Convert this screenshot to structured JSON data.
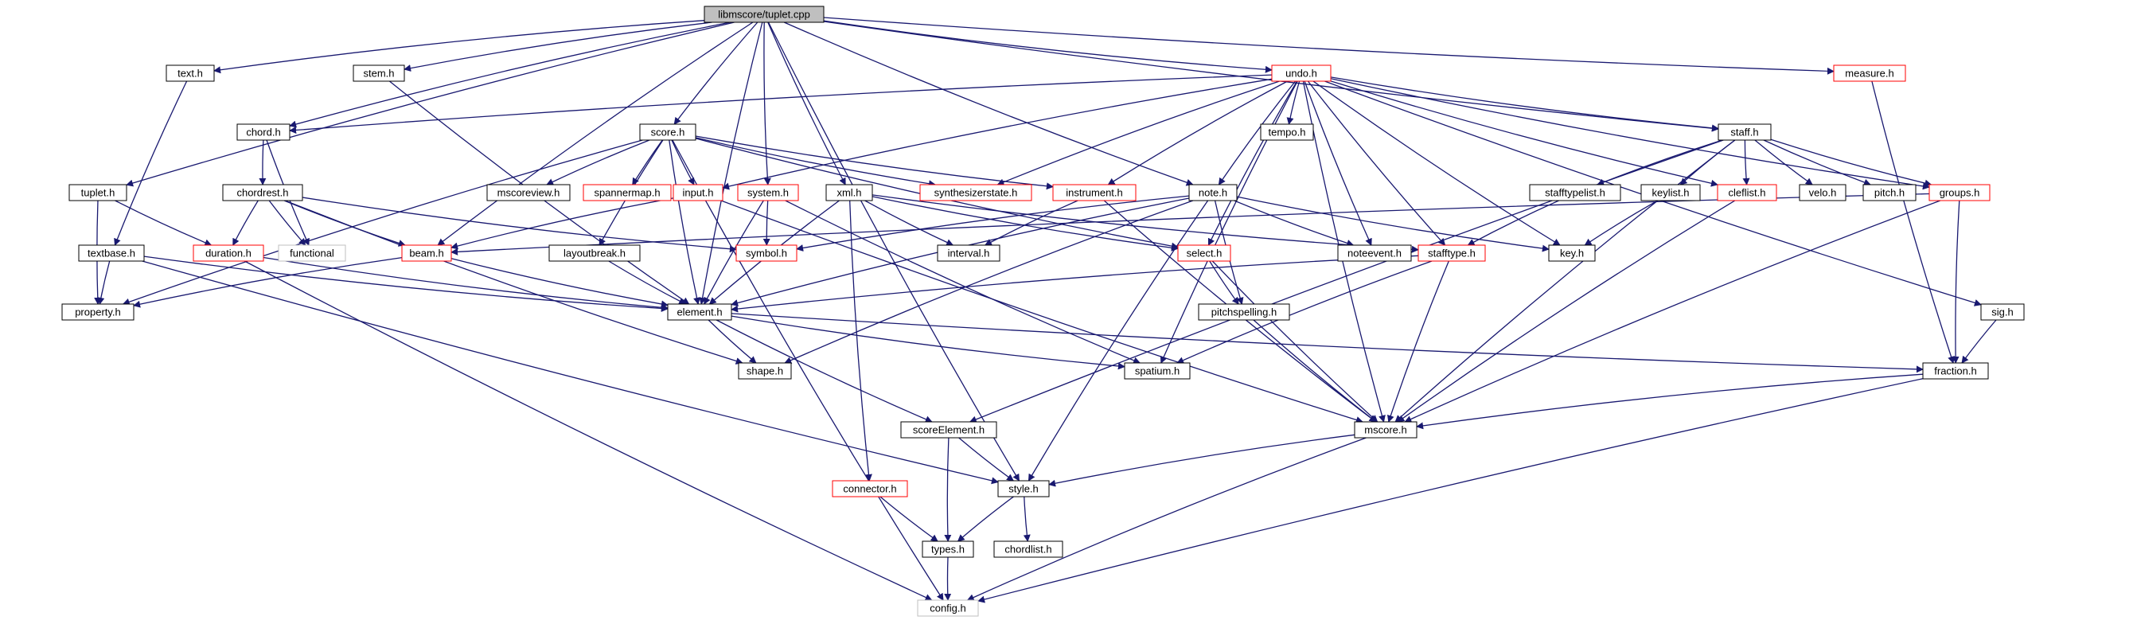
{
  "colors": {
    "edge": "#191970",
    "border_default": "#000000",
    "border_undocumented": "#ff0000",
    "border_external": "#bfbfbf",
    "root_fill": "#bfbfbf",
    "node_fill": "#ffffff"
  },
  "nodes": {
    "root": "libmscore/tuplet.cpp",
    "text_h": "text.h",
    "stem_h": "stem.h",
    "undo_h": "undo.h",
    "measure_h": "measure.h",
    "chord_h": "chord.h",
    "score_h": "score.h",
    "tempo_h": "tempo.h",
    "staff_h": "staff.h",
    "tuplet_h": "tuplet.h",
    "chordrest_h": "chordrest.h",
    "mscoreview_h": "mscoreview.h",
    "spannermap_h": "spannermap.h",
    "input_h": "input.h",
    "system_h": "system.h",
    "xml_h": "xml.h",
    "synthesizerstate_h": "synthesizerstate.h",
    "instrument_h": "instrument.h",
    "note_h": "note.h",
    "stafftypelist_h": "stafftypelist.h",
    "keylist_h": "keylist.h",
    "cleflist_h": "cleflist.h",
    "velo_h": "velo.h",
    "pitch_h": "pitch.h",
    "groups_h": "groups.h",
    "duration_h": "duration.h",
    "functional": "functional",
    "beam_h": "beam.h",
    "symbol_h": "symbol.h",
    "interval_h": "interval.h",
    "select_h": "select.h",
    "noteevent_h": "noteevent.h",
    "stafftype_h": "stafftype.h",
    "key_h": "key.h",
    "textbase_h": "textbase.h",
    "property_h": "property.h",
    "layoutbreak_h": "layoutbreak.h",
    "element_h": "element.h",
    "pitchspelling_h": "pitchspelling.h",
    "sig_h": "sig.h",
    "shape_h": "shape.h",
    "spatium_h": "spatium.h",
    "fraction_h": "fraction.h",
    "scoreelement_h": "scoreElement.h",
    "mscore_h": "mscore.h",
    "connector_h": "connector.h",
    "style_h": "style.h",
    "types_h": "types.h",
    "chordlist_h": "chordlist.h",
    "config_h": "config.h"
  }
}
